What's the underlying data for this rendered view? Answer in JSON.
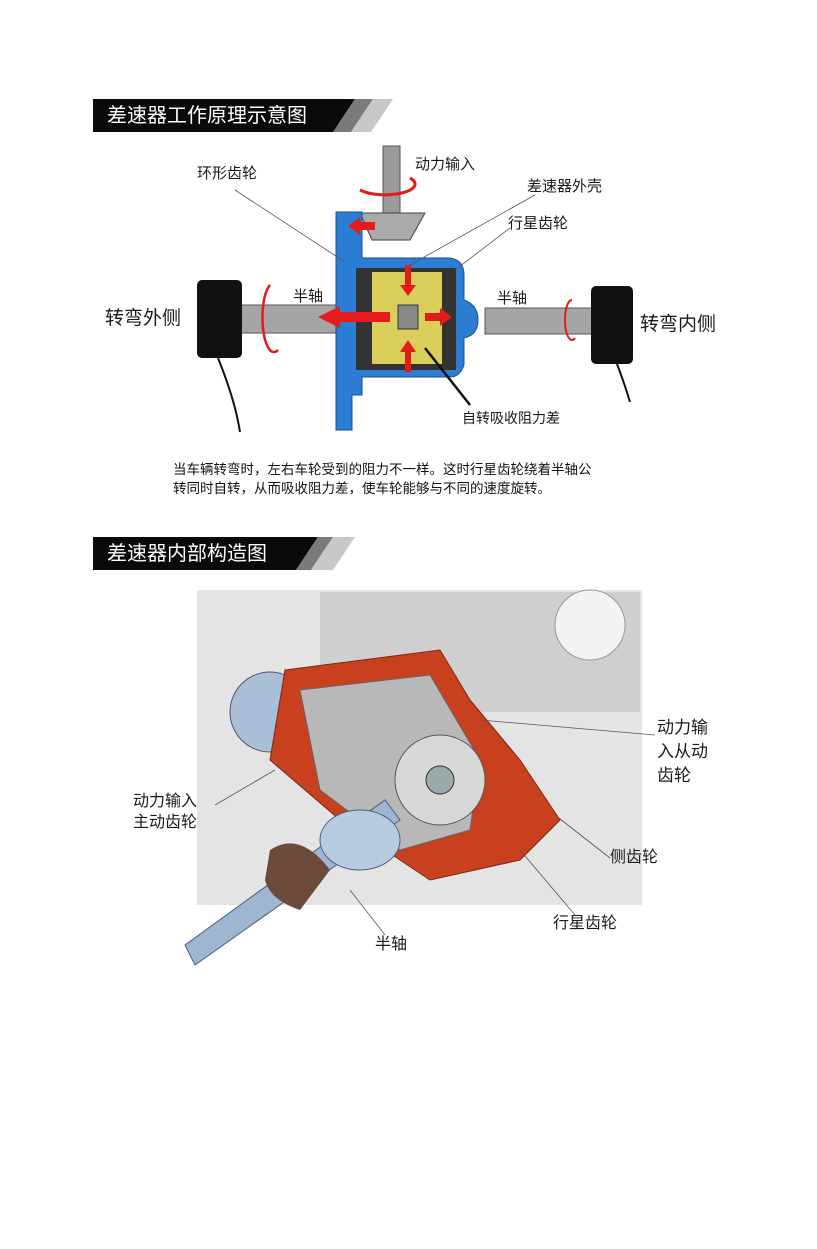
{
  "section1": {
    "title": "差速器工作原理示意图",
    "labels": {
      "ring_gear": "环形齿轮",
      "power_input": "动力输入",
      "housing": "差速器外壳",
      "planet_gear": "行星齿轮",
      "half_shaft_left": "半轴",
      "half_shaft_right": "半轴",
      "outer_side": "转弯外侧",
      "inner_side": "转弯内侧",
      "self_rotation": "自转吸收阻力差"
    },
    "caption_line1": "当车辆转弯时，左右车轮受到的阻力不一样。这时行星齿轮绕着半轴公",
    "caption_line2": "转同时自转，从而吸收阻力差，使车轮能够与不同的速度旋转。"
  },
  "section2": {
    "title": "差速器内部构造图",
    "labels": {
      "driven_gear_l1": "动力输",
      "driven_gear_l2": "入从动",
      "driven_gear_l3": "齿轮",
      "drive_gear_l1": "动力输入",
      "drive_gear_l2": "主动齿轮",
      "side_gear": "侧齿轮",
      "planet_gear": "行星齿轮",
      "half_shaft": "半轴"
    }
  },
  "colors": {
    "housing_blue": "#2a7fd4",
    "arrow_red": "#e31b1b",
    "gear_yellow": "#d9cf5a",
    "cutaway_red": "#c8401e"
  }
}
